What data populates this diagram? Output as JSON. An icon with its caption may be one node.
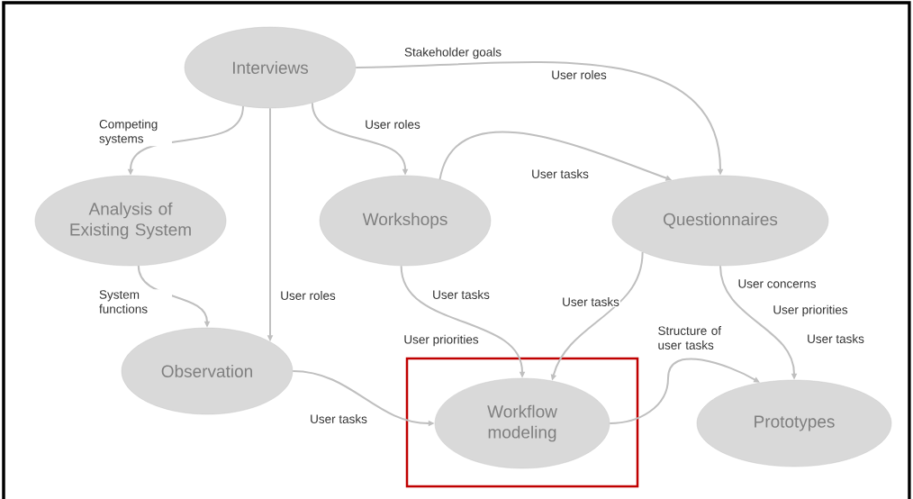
{
  "diagram": {
    "nodes": [
      {
        "text": [
          "Interviews"
        ]
      },
      {
        "text": [
          "Analysis of Existing System"
        ]
      },
      {
        "text": [
          "Workshops"
        ]
      },
      {
        "text": [
          "Questionnaires"
        ]
      },
      {
        "text": [
          "Observation"
        ]
      },
      {
        "text": [],
        "shape": "box"
      },
      {
        "text": [
          "Workflow modeling"
        ],
        "in": 5
      },
      {
        "text": [
          "Prototypes"
        ]
      }
    ],
    "edges": [
      {
        "from": 0,
        "to": 3,
        "arrow": "to",
        "label": "Stakeholder goals"
      },
      {
        "from": 0,
        "to": 1,
        "arrow": "to",
        "label": "Competing systems"
      },
      {
        "from": 0,
        "to": 4,
        "arrow": "to",
        "label": "User roles"
      },
      {
        "from": 0,
        "to": 2,
        "arrow": "to",
        "label": "User roles"
      },
      {
        "from": 2,
        "to": 3,
        "arrow": "to",
        "label": "User tasks"
      },
      {
        "from": 2,
        "to": 6,
        "arrow": "to",
        "label": "User tasks"
      },
      {
        "from": 3,
        "to": 6,
        "arrow": "to",
        "label": "User tasks"
      },
      {
        "from": 3,
        "to": 7,
        "arrow": "to",
        "label": "User concerns"
      },
      {
        "from": 1,
        "to": 4,
        "arrow": "to",
        "label": "System functions"
      },
      {
        "from": 4,
        "to": 6,
        "arrow": "to",
        "label": "User tasks"
      },
      {
        "from": 6,
        "to": 7,
        "arrow": "to",
        "label": "Structure of user tasks"
      }
    ],
    "labels": [
      "User roles",
      "User priorities",
      "User priorities",
      "User tasks"
    ]
  }
}
